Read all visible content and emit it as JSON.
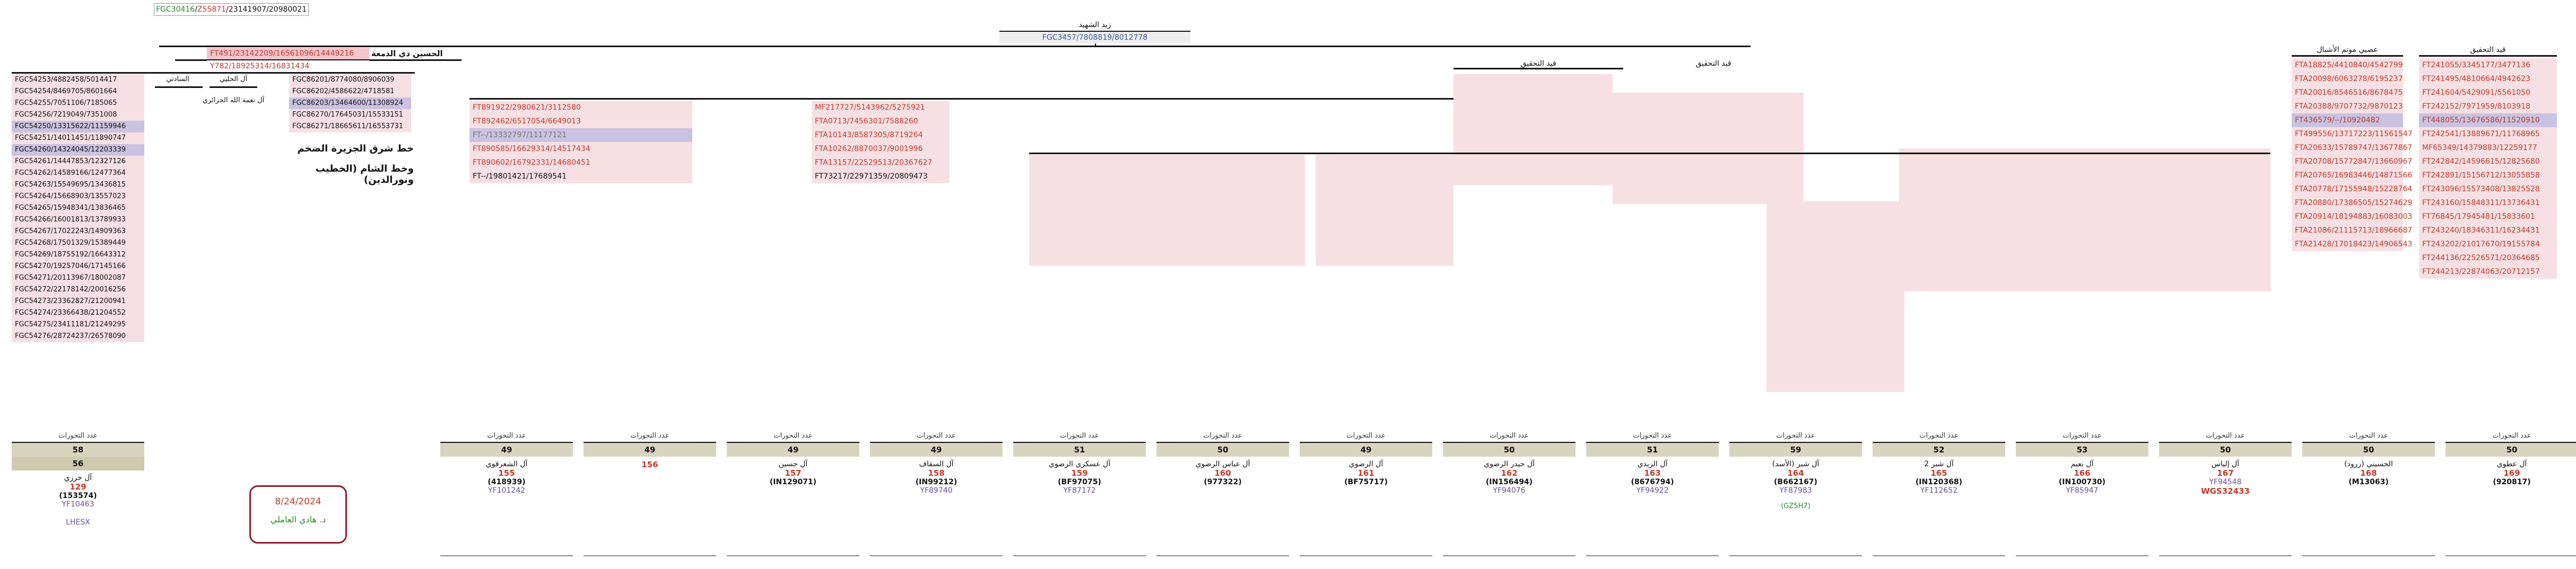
{
  "top": {
    "header_box": {
      "g": "FGC30416",
      "r": "Z55871",
      "rest": "/23141907/20980021"
    },
    "title_center": "زيد الشهيد",
    "sub_center": "FGC3457/7808819/8012778",
    "branch_left_red": "FT491/23142209/16561096/14449216",
    "branch_left_label": "الحسين ذي الدمعة",
    "branch_left_sub": "Y782/18925314/16831434"
  },
  "left_panel": {
    "rows": [
      "FGC54253/4882458/5014417",
      "FGC54254/8469705/8601664",
      "FGC54255/7051106/7185065",
      "FGC54256/7219049/7351008",
      "FGC54250/13315622/11159946",
      "FGC54251/14011451/11890747",
      "FGC54260/14324045/12203339",
      "FGC54261/14447853/12327126",
      "FGC54262/14589166/12477364",
      "FGC54263/15549695/13436815",
      "FGC54264/15668903/13557023",
      "FGC54265/15948341/13836465",
      "FGC54266/16001813/13789933",
      "FGC54267/17022243/14909363",
      "FGC54268/17501329/15389449",
      "FGC54269/18755192/16643312",
      "FGC54270/19257046/17145166",
      "FGC54271/20113967/18002087",
      "FGC54272/22178142/20016256",
      "FGC54273/23362827/21200941",
      "FGC54274/23366438/21204552",
      "FGC54275/23411181/21249295",
      "FGC54276/28724237/26578090"
    ],
    "col2_head": "السادتي",
    "col3_head": "آل الحليي",
    "col4_rows": [
      "FGC86201/8774080/8906039",
      "FGC86202/4586622/4718581",
      "FGC86203/13464600/11308924",
      "FGC86270/17645031/15533151",
      "FGC86271/18665611/16553731"
    ],
    "col3_name": "آل نعمة الله الجزائري",
    "note1": "خط شرق الجزيرة الضخم",
    "note2": "وخط الشام (الخطيب ونورالدين)"
  },
  "clusters": [
    {
      "id": "c1",
      "rows": [
        "FT891922/2980621/3112580",
        "FT892462/6517054/6649013",
        "FT--/13332797/11177121",
        "FT890585/16629314/14517434",
        "FT890602/16792331/14680451",
        "FT--/19801421/17689541"
      ]
    },
    {
      "id": "c2",
      "rows": [
        "MF217727/5143962/5275921",
        "FTA0713/7456301/7588260",
        "FTA10143/8587305/8719264",
        "FTA10262/8870037/9001996",
        "FTA13157/22529513/20367627",
        "FT73217/22971359/20809473"
      ]
    }
  ],
  "column_heads": {
    "right1": "عصبي موتم الأشبال",
    "right2": "قيد التحقيق",
    "mid1": "قيد التحقيق",
    "mid2": "قيد التحقيق"
  },
  "summary": {
    "header_label": "عدد التحورات",
    "left_first": {
      "count": "58",
      "value": "56",
      "name": "آل خرزي",
      "cnt": "129",
      "hap": "(153574)",
      "ydna": "YF10463",
      "foot": "LHESX"
    },
    "cells": [
      {
        "count": "49",
        "name": "آل الشعرقوي",
        "cnt": "155",
        "hap": "(418939)",
        "ydna": "YF101242"
      },
      {
        "count": "49",
        "name": "",
        "cnt": "156",
        "hap": "",
        "ydna": ""
      },
      {
        "count": "49",
        "name": "آل حسين",
        "cnt": "157",
        "hap": "(IN129071)",
        "ydna": ""
      },
      {
        "count": "49",
        "name": "آل السقاف",
        "cnt": "158",
        "hap": "(IN99212)",
        "ydna": "YF89740"
      },
      {
        "count": "51",
        "name": "آل عسكري الرضوي",
        "cnt": "159",
        "hap": "(BF97075)",
        "ydna": "YF87172"
      },
      {
        "count": "50",
        "name": "آل عباس الرضوي",
        "cnt": "160",
        "hap": "(977322)",
        "ydna": ""
      },
      {
        "count": "49",
        "name": "آل الرضوي",
        "cnt": "161",
        "hap": "(BF75717)",
        "ydna": ""
      },
      {
        "count": "50",
        "name": "آل حيدر الرضوي",
        "cnt": "162",
        "hap": "(IN156494)",
        "ydna": "YF94076"
      },
      {
        "count": "51",
        "name": "آل الزيدي",
        "cnt": "163",
        "hap": "(8676794)",
        "ydna": "YF94922"
      },
      {
        "count": "59",
        "name": "آل شبر (الأسد)",
        "cnt": "164",
        "hap": "(B662167)",
        "ydna": "YF87983",
        "foot": "(GZ5H7)"
      },
      {
        "count": "52",
        "name": "آل شبر 2",
        "cnt": "165",
        "hap": "(IN120368)",
        "ydna": "YF112652"
      },
      {
        "count": "53",
        "name": "آل نعيم",
        "cnt": "166",
        "hap": "(IN100730)",
        "ydna": "YF85947"
      },
      {
        "count": "50",
        "name": "آل إلياس",
        "cnt": "167",
        "hap": "",
        "ydna": "YF94548",
        "extra": "WGS32433"
      },
      {
        "count": "50",
        "name": "الحسيني (زرود)",
        "cnt": "168",
        "hap": "(M13063)",
        "ydna": ""
      },
      {
        "count": "50",
        "name": "آل عطوي",
        "cnt": "169",
        "hap": "(920817)",
        "ydna": ""
      }
    ]
  },
  "datebox": {
    "date": "8/24/2024",
    "author": "د. هادي العاملي"
  },
  "right_cols": [
    {
      "rows": [
        "FTA18825/4410840/4542799",
        "FTA20098/6063278/6195237",
        "FTA20016/8546516/8678475",
        "FTA20388/9707732/9870123",
        "FT436579/--/10920482",
        "FT499556/13717223/11561547",
        "FTA20633/15789747/13677867",
        "FTA20708/15772847/13660967",
        "FTA20765/16983446/14871566",
        "FTA20778/17155948/15228764",
        "FTA20880/17386505/15274629",
        "FTA20914/18194883/16083003",
        "FTA21086/21115713/18966687",
        "FTA21428/17018423/14906543"
      ]
    },
    {
      "rows": [
        "FT241055/3345177/3477136",
        "FT241495/4810664/4942623",
        "FT241604/5429091/5561050",
        "FT242152/7971959/8103918",
        "FT448055/13676586/11520910",
        "FT242541/13889671/11768965",
        "MF65349/14379883/12259177",
        "FT242842/14596615/12825680",
        "FT242891/15156712/13055858",
        "FT243096/15573408/13825528",
        "FT243160/15848311/13736431",
        "FT76845/17945481/15833601",
        "FT243240/18346311/16234431",
        "FT243202/21017670/19155784",
        "FT244136/22526571/20364685",
        "FT244213/22874063/20712157"
      ]
    }
  ]
}
